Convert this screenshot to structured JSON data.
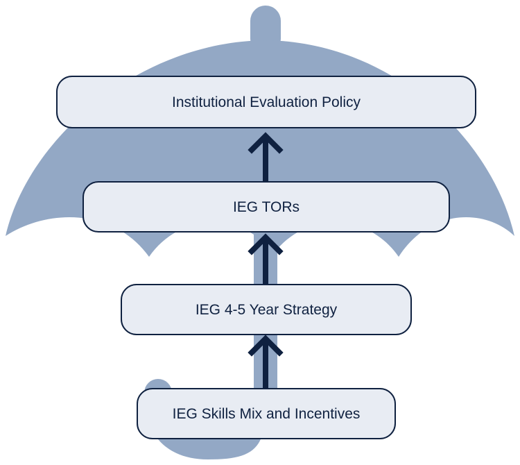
{
  "diagram": {
    "boxes": [
      {
        "label": "Institutional Evaluation Policy"
      },
      {
        "label": "IEG TORs"
      },
      {
        "label": "IEG 4-5 Year Strategy"
      },
      {
        "label": "IEG Skills Mix and Incentives"
      }
    ]
  },
  "colors": {
    "umbrella": "#93a8c5",
    "box_fill": "#e8ecf3",
    "box_stroke": "#0f2140",
    "arrow": "#0f2140",
    "text": "#0f2140"
  }
}
